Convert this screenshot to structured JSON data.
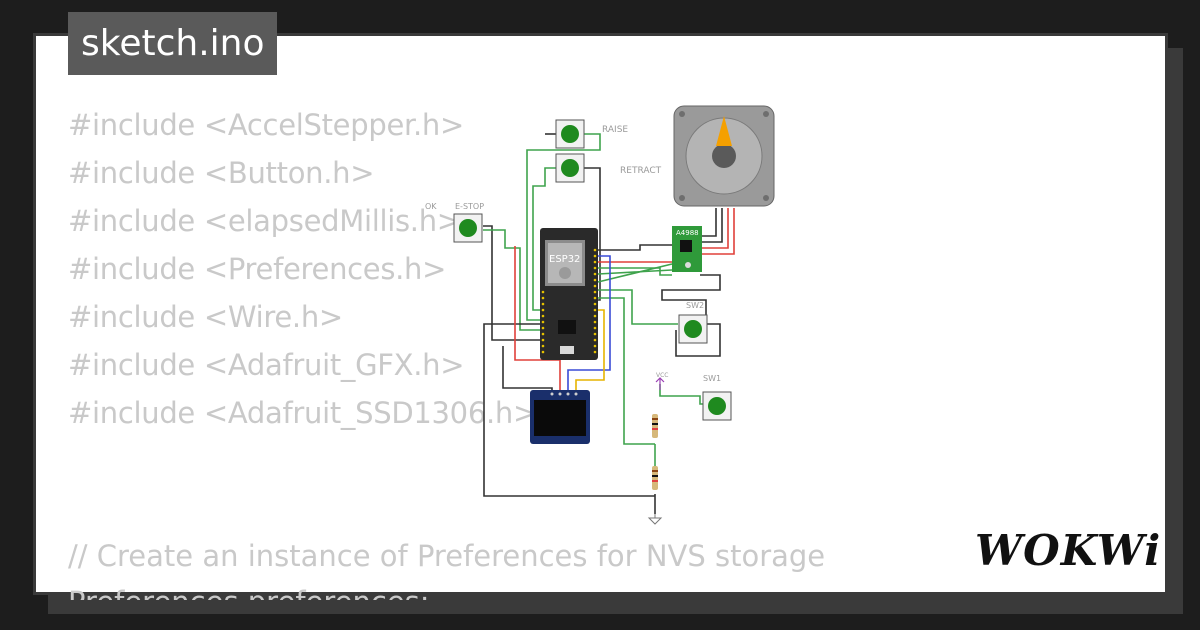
{
  "header": {
    "title": "sketch.ino"
  },
  "code": {
    "lines": [
      "#include <AccelStepper.h>",
      "#include <Button.h>",
      "#include <elapsedMillis.h>",
      "#include <Preferences.h>",
      "#include <Wire.h>",
      "#include <Adafruit_GFX.h>",
      "#include <Adafruit_SSD1306.h>"
    ],
    "comment": "// Create an instance of Preferences for NVS storage",
    "partial": "Preferences preferences;"
  },
  "diagram": {
    "labels": {
      "raise": "RAISE",
      "retract": "RETRACT",
      "ok": "OK",
      "estop": "E-STOP",
      "sw2": "SW2",
      "sw1": "SW1",
      "vcc": "VCC",
      "esp32": "ESP32",
      "driver": "A4988"
    },
    "colors": {
      "wire_green": "#3fa34d",
      "wire_red": "#e0403a",
      "wire_black": "#333333",
      "wire_blue": "#3a4bd6",
      "wire_yellow": "#e6b400",
      "button_cap": "#1f8a1f",
      "board": "#2a2a2a",
      "driver_board": "#2f9a3a",
      "oled": "#1a2f6b",
      "motor": "#9a9a9a",
      "motor_needle": "#f5a000"
    }
  },
  "brand": {
    "logo": "WOKWi"
  }
}
